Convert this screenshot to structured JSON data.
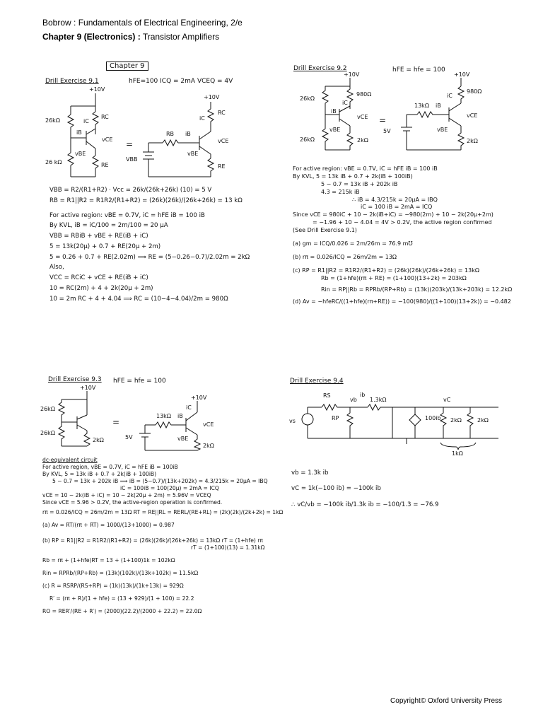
{
  "header": {
    "line1": "Bobrow : Fundamentals of Electrical Engineering, 2/e",
    "line2_bold": "Chapter 9 (Electronics) :",
    "line2_rest": " Transistor Amplifiers"
  },
  "footer": "Copyright© Oxford University Press",
  "ex91": {
    "chapter": "Chapter 9",
    "title": "Drill Exercise 9.1",
    "params": "hFE=100   ICQ = 2mA   VCEQ = 4V",
    "c": {
      "vcc": "+10V",
      "r1": "26kΩ",
      "r2": "26 kΩ",
      "rc": "RC",
      "re": "RE",
      "ic": "iC",
      "ib": "iB",
      "vce": "vCE",
      "vbe": "vBE",
      "eq": "=",
      "rb": "RB",
      "vbb": "VBB",
      "vcc2": "+10V"
    },
    "lines": [
      "VBB = R2/(R1+R2) · Vcc = 26k/(26k+26k) (10) = 5 V",
      "RB = R1||R2 = R1R2/(R1+R2) = (26k)(26k)/(26k+26k) = 13 kΩ",
      "For active region:  vBE = 0.7V,  iC = hFE iB = 100 iB",
      "By KVL,                         iB = iC/100 = 2m/100 = 20 μA",
      "VBB = RBiB + vBE + RE(iB + iC)",
      "5 = 13k(20μ) + 0.7 + RE(20μ + 2m)",
      "5 = 0.26 + 0.7 + RE(2.02m)  ⟹  RE = (5−0.26−0.7)/2.02m = 2kΩ",
      "Also,",
      "VCC = RCiC + vCE + RE(iB + iC)",
      "10 = RC(2m) + 4 + 2k(20μ + 2m)",
      "10 = 2m RC + 4 + 4.04  ⟹  RC = (10−4−4.04)/2m = 980Ω"
    ]
  },
  "ex92": {
    "title": "Drill Exercise 9.2",
    "params": "hFE = hfe = 100",
    "c": {
      "vcc": "+10V",
      "r1": "26kΩ",
      "rc": "980Ω",
      "ic": "iC",
      "ib": "iB",
      "vce": "vCE",
      "vbe": "vBE",
      "r2": "26kΩ",
      "re": "2kΩ",
      "eq": "=",
      "vcc2": "+10V",
      "rb": "13kΩ",
      "ib2": "iB",
      "ic2": "iC",
      "rc2": "980Ω",
      "vbb": "5V",
      "vce2": "vCE",
      "vbe2": "vBE",
      "re2": "2kΩ"
    },
    "lines": [
      "For active region: vBE = 0.7V,  iC = hFE iB = 100 iB",
      "By KVL,  5 = 13k iB + 0.7 + 2k(iB + 100iB)",
      "5 − 0.7 = 13k iB + 202k iB",
      "4.3 = 215k iB",
      "∴  iB = 4.3/215k = 20μA = IBQ",
      "iC = 100 iB = 2mA = ICQ",
      "Since vCE = 980iC + 10 − 2k(iB+iC) = −980(2m) + 10 − 2k(20μ+2m)",
      "= −1.96 + 10 − 4.04 = 4V > 0.2V, the active region confirmed",
      "(See Drill Exercise 9.1)",
      "(a)  gm = ICQ/0.026 = 2m/26m = 76.9 m℧",
      "(b)  rπ = 0.026/ICQ = 26m/2m = 13Ω",
      "(c)  RP = R1||R2 = R1R2/(R1+R2) = (26k)(26k)/(26k+26k) = 13kΩ",
      "Rb = (1+hfe)(rπ + RE) = (1+100)(13+2k) = 203kΩ",
      "Rin = RP||Rb = RPRb/(RP+Rb) = (13k)(203k)/(13k+203k) = 12.2kΩ",
      "(d)  Av = −hfeRC/((1+hfe)(rπ+RE)) = −100(980)/((1+100)(13+2k)) = −0.482"
    ]
  },
  "ex93": {
    "title": "Drill Exercise 9.3",
    "params": "hFE = hfe = 100",
    "c": {
      "vcc": "+10V",
      "r1": "26kΩ",
      "r2": "26kΩ",
      "re": "2kΩ",
      "eq": "=",
      "vcc2": "+10V",
      "rb": "13kΩ",
      "ib": "iB",
      "ic": "iC",
      "vbb": "5V",
      "vce": "vCE",
      "vbe": "vBE",
      "re2": "2kΩ"
    },
    "lines": [
      "dc-equivalent circuit",
      "For active region, vBE = 0.7V, iC = hFE iB = 100iB",
      "By KVL, 5 = 13k iB + 0.7 + 2k(iB + 100iB)",
      "5 − 0.7 = 13k + 202k iB  ⟹  iB = (5−0.7)/(13k+202k) = 4.3/215k = 20μA = IBQ",
      "iC = 100iB = 100(20μ) = 2mA = ICQ",
      "vCE = 10 − 2k(iB + iC) = 10 − 2k(20μ + 2m) = 5.96V = VCEQ",
      "Since vCE = 5.96 > 0.2V, the active-region operation is confirmed.",
      "rπ = 0.026/ICQ = 26m/2m = 13Ω   RT = RE||RL = RERL/(RE+RL) = (2k)(2k)/(2k+2k) = 1kΩ",
      "(a)  Av = RT/(rπ + RT) = 1000/(13+1000) = 0.987",
      "(b)  RP = R1||R2 = R1R2/(R1+R2) = (26k)(26k)/(26k+26k) = 13kΩ     rT = (1+hfe) rπ",
      "rT = (1+100)(13) = 1.31kΩ",
      "Rb = rπ + (1+hfe)RT = 13 + (1+100)1k = 102kΩ",
      "Rin = RPRb/(RP+Rb) = (13k)(102k)/(13k+102k) = 11.5kΩ",
      "(c)  R = RSRP/(RS+RP) = (1k)(13k)/(1k+13k) = 929Ω",
      "R′ = (rπ + R)/(1 + hfe) = (13 + 929)/(1 + 100) = 22.2",
      "RO = RER′/(RE + R′) = (2000)(22.2)/(2000 + 22.2) = 22.0Ω"
    ]
  },
  "ex94": {
    "title": "Drill Exercise 9.4",
    "c": {
      "rs": "RS",
      "vb": "vb",
      "ib": "ib",
      "r13": "1.3kΩ",
      "vc": "vC",
      "vs": "vs",
      "rp": "RP",
      "dep": "100ib",
      "r1": "2kΩ",
      "r2": "2kΩ",
      "brace": "1kΩ"
    },
    "lines": [
      "vb = 1.3k ib",
      "vC = 1k(−100 ib) = −100k ib",
      "∴  vC/vb = −100k ib/1.3k ib = −100/1.3 = −76.9"
    ]
  }
}
